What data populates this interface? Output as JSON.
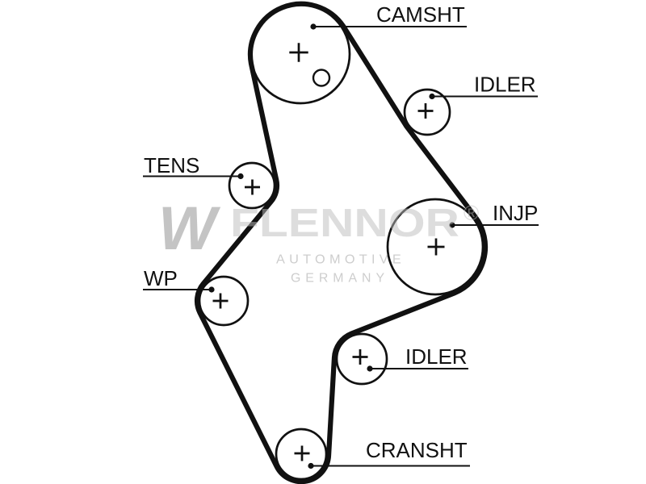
{
  "labels": {
    "camshaft": "CAMSHT",
    "idler_top": "IDLER",
    "injection_pump": "INJP",
    "idler_bottom": "IDLER",
    "crankshaft": "CRANSHT",
    "tensioner": "TENS",
    "water_pump": "WP"
  },
  "watermark": {
    "logo": "W",
    "brand": "FLENNOR",
    "registered": "®",
    "line1": "AUTOMOTIVE",
    "line2": "GERMANY"
  },
  "colors": {
    "ink": "#111111",
    "background": "#ffffff",
    "watermark_brand": "#bdbdbd",
    "watermark_text": "#9c9c9c",
    "watermark_logo": "#8a8a8a"
  }
}
